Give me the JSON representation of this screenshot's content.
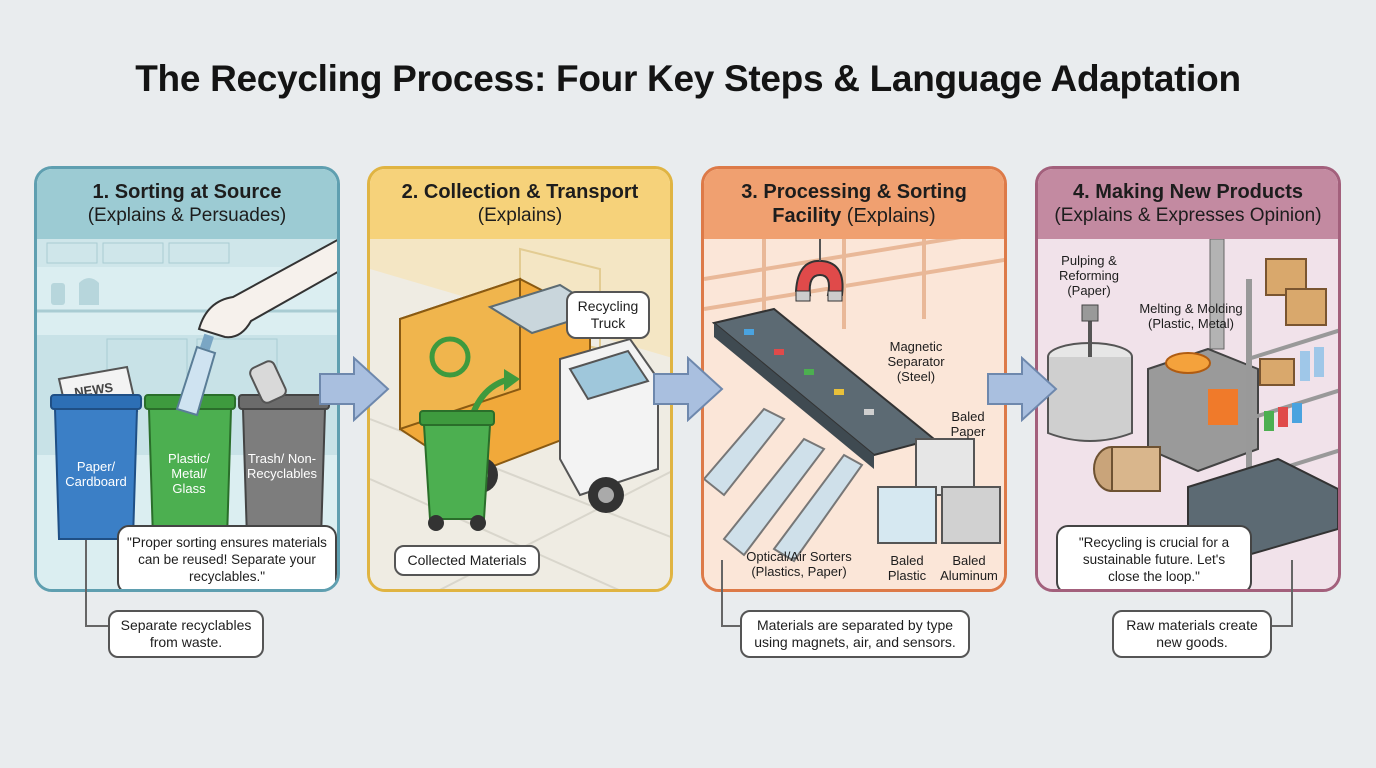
{
  "title": "The Recycling Process: Four Key Steps & Language Adaptation",
  "panels": [
    {
      "heading": "1. Sorting at Source",
      "subheading": "(Explains & Persuades)",
      "bins": [
        "Paper/ Cardboard",
        "Plastic/ Metal/ Glass",
        "Trash/ Non- Recyclables"
      ],
      "newspaper": "NEWS",
      "quote": "\"Proper sorting ensures materials can be reused! Separate your recyclables.\"",
      "caption": "Separate recyclables from waste."
    },
    {
      "heading": "2. Collection & Transport",
      "subheading": "(Explains)",
      "truck_label": "Recycling Truck",
      "materials_label": "Collected Materials"
    },
    {
      "heading": "3. Processing & Sorting",
      "heading_line2": "Facility",
      "subheading": "(Explains)",
      "magnetic_label": "Magnetic Separator (Steel)",
      "baled_paper_label": "Baled Paper",
      "optical_label": "Optical/Air Sorters (Plastics, Paper)",
      "baled_plastic_label": "Baled Plastic",
      "baled_aluminum_label": "Baled Aluminum",
      "caption": "Materials are separated by type using magnets, air, and sensors."
    },
    {
      "heading": "4. Making New Products",
      "subheading": "(Explains & Expresses Opinion)",
      "pulping_label": "Pulping & Reforming (Paper)",
      "melting_label": "Melting & Molding (Plastic, Metal)",
      "quote": "\"Recycling is crucial for a sustainable future. Let's close the loop.\"",
      "caption": "Raw materials create new goods."
    }
  ],
  "colors": {
    "panel1": "#8fc3cc",
    "panel2": "#f3cf72",
    "panel3": "#ef9a6a",
    "panel4": "#b77a92",
    "arrow": "#a9bfdf"
  }
}
